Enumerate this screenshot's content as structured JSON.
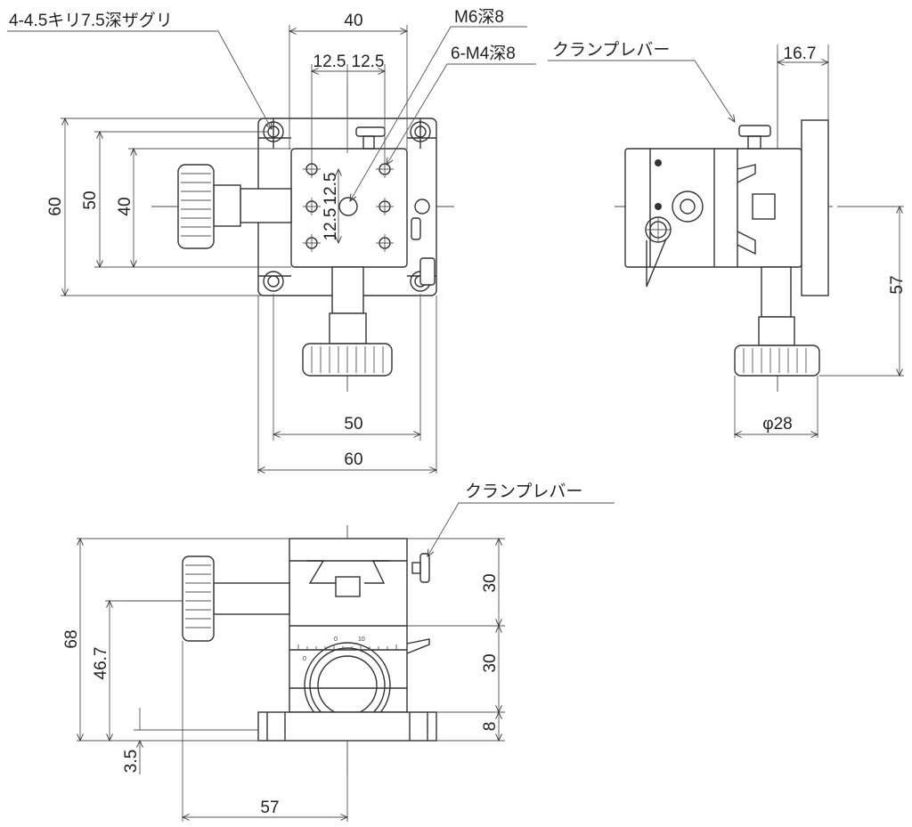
{
  "title": "XY stage dimension drawing",
  "top_view": {
    "counterbore_note": "4-4.5キリ7.5深ザグリ",
    "center_tap_note": "M6深8",
    "tap_note": "6-M4深8",
    "dim_top_width": "40",
    "dim_pitch_1": "12.5",
    "dim_pitch_2": "12.5",
    "dim_vpitch_1": "12.5",
    "dim_vpitch_2": "12.5",
    "dim_height_60": "60",
    "dim_height_50": "50",
    "dim_height_40": "40",
    "dim_bottom_50": "50",
    "dim_bottom_60": "60"
  },
  "side_view": {
    "clamp_note": "クランプレバー",
    "dim_plate": "16.7",
    "dim_height": "57",
    "dim_knob_dia": "φ28"
  },
  "front_view": {
    "clamp_note": "クランプレバー",
    "dim_upper": "30",
    "dim_middle": "30",
    "dim_base": "8",
    "dim_total": "68",
    "dim_axis": "46.7",
    "dim_offset": "3.5",
    "dim_knob_pos": "57",
    "scale_0": "0",
    "scale_10": "10",
    "scale_left_0": "0"
  }
}
